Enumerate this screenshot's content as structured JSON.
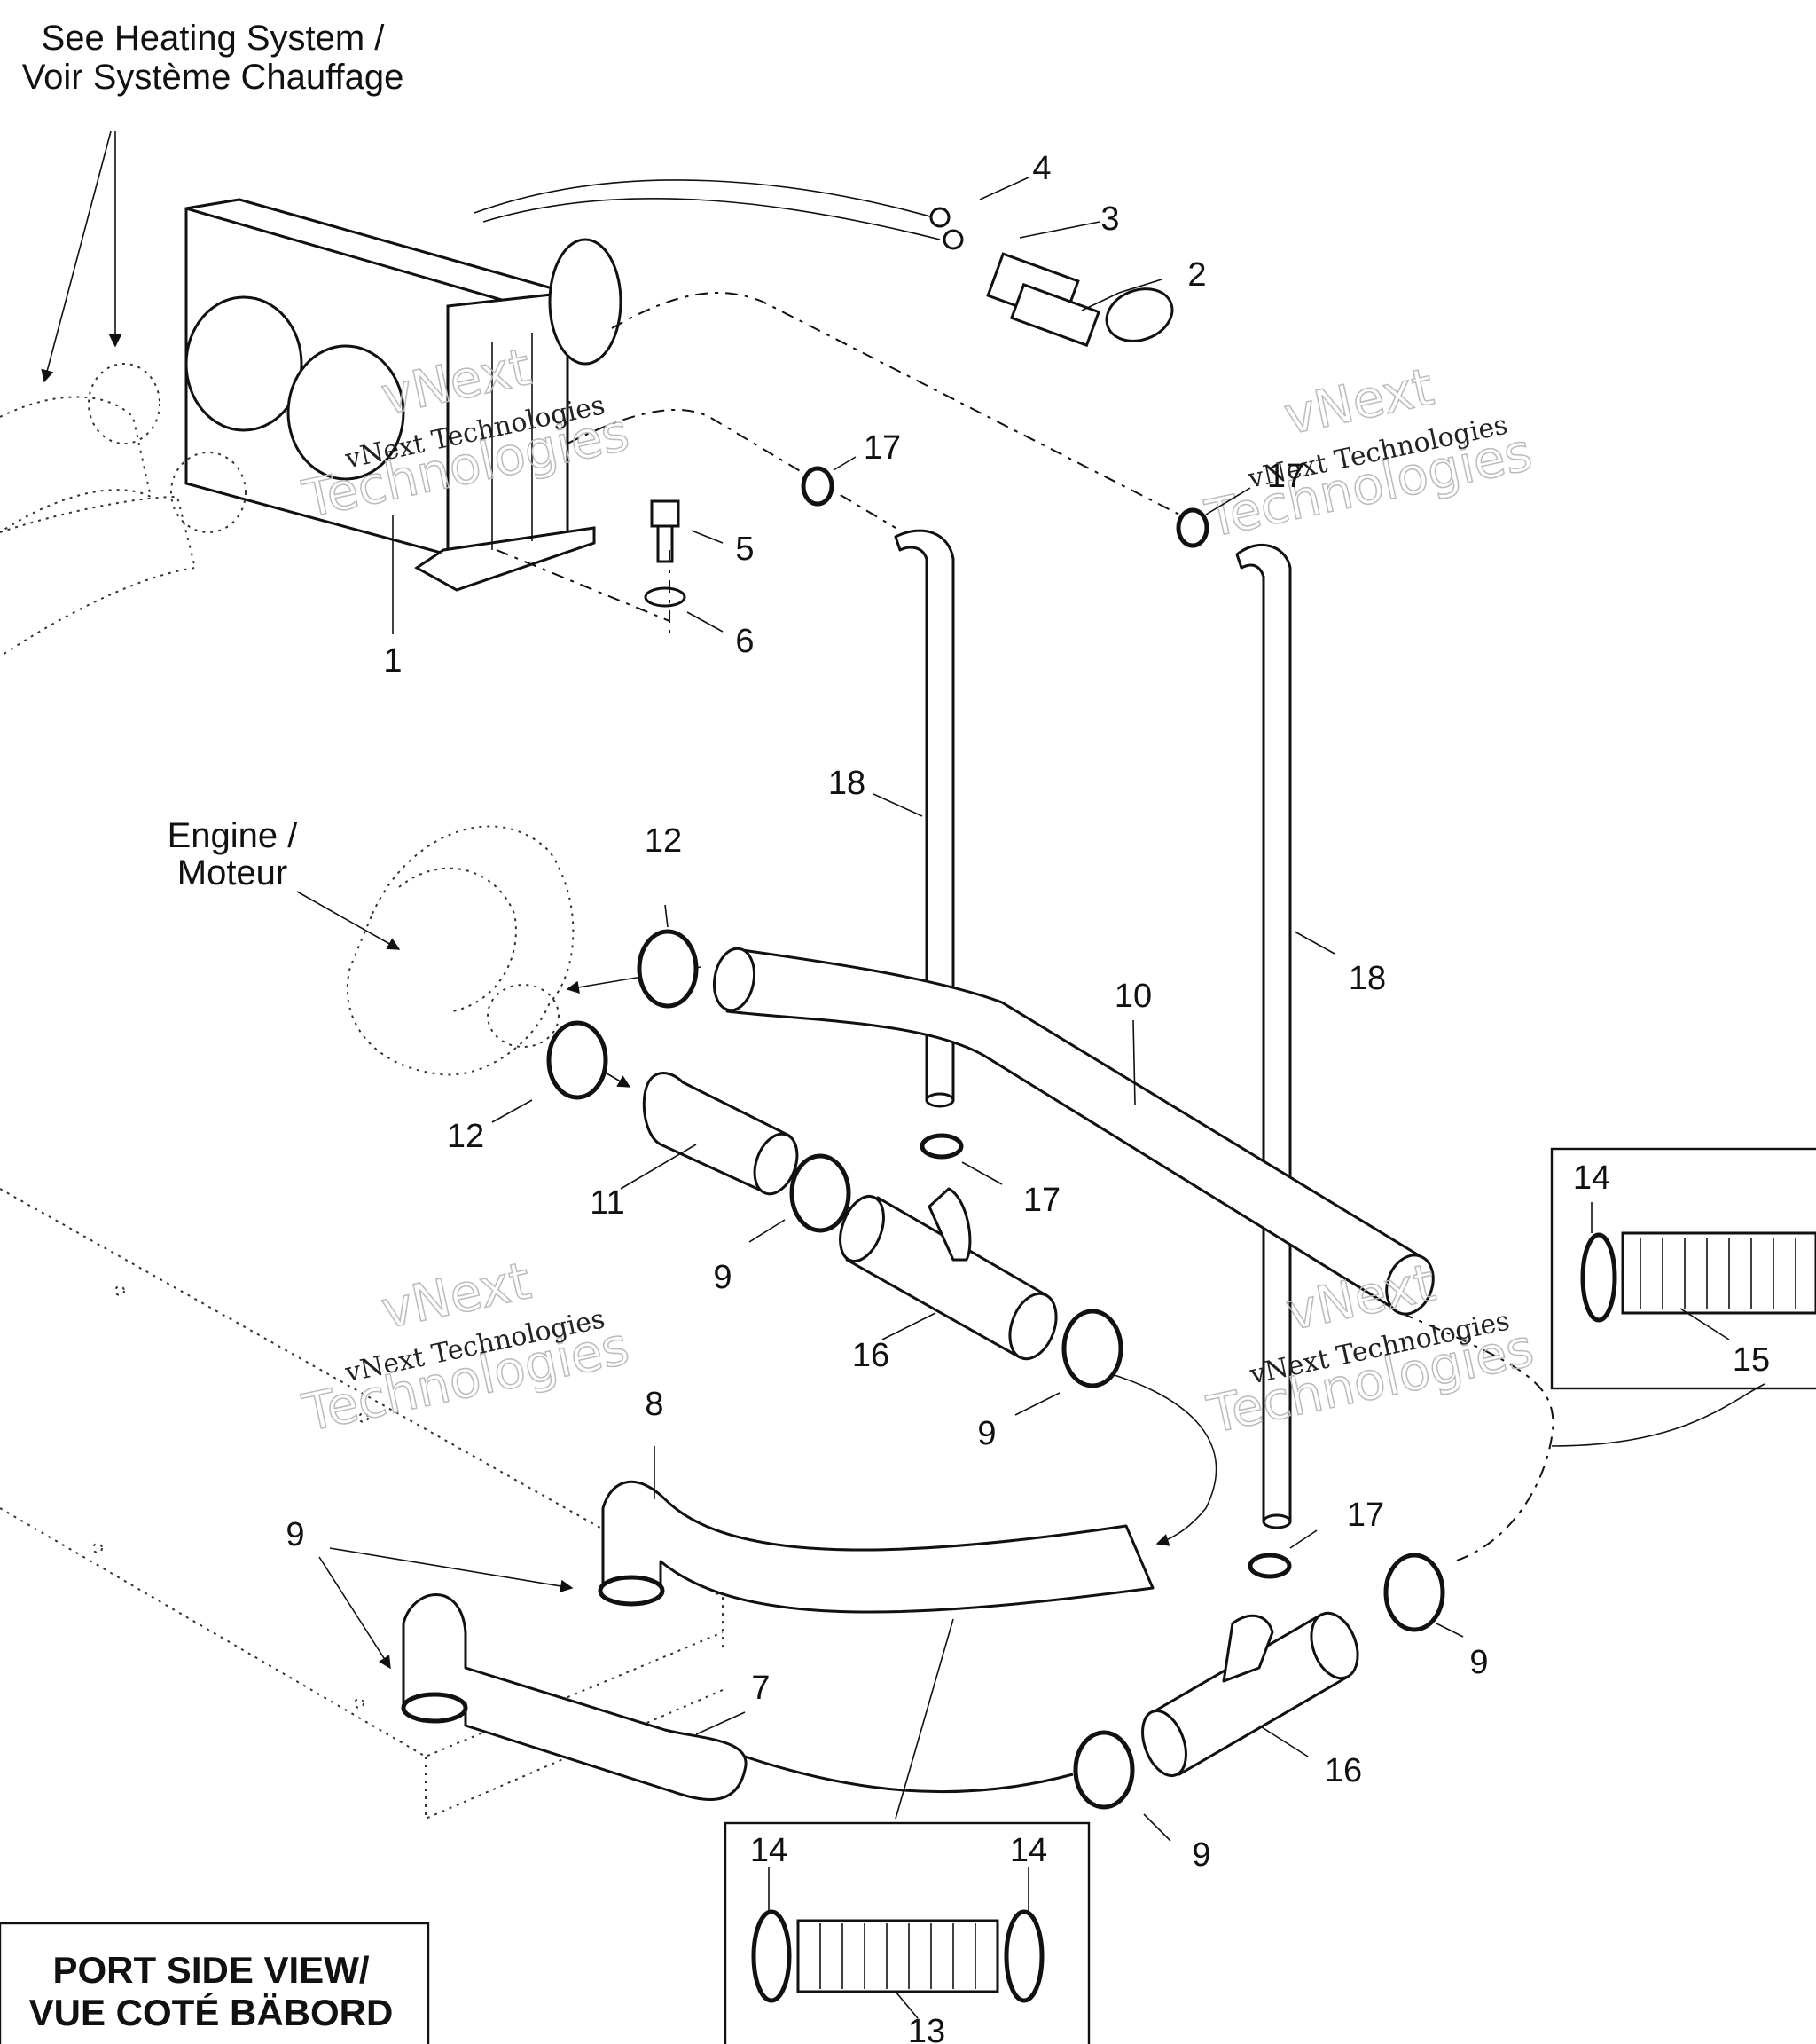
{
  "notes": {
    "heating_system_line1": "See Heating System /",
    "heating_system_line2": "Voir Système Chauffage",
    "engine_line1": "Engine /",
    "engine_line2": "Moteur"
  },
  "view_title": {
    "line1": "PORT SIDE VIEW/",
    "line2": "VUE COTÉ BÄBORD"
  },
  "watermark": {
    "line1": "vNext Technologies",
    "line2": "vNext",
    "line3": "Technologies"
  },
  "callouts": {
    "c1": "1",
    "c2": "2",
    "c3": "3",
    "c4": "4",
    "c5": "5",
    "c6": "6",
    "c7": "7",
    "c8": "8",
    "c9a": "9",
    "c9b": "9",
    "c9c": "9",
    "c9d": "9",
    "c9e": "9",
    "c10": "10",
    "c11": "11",
    "c12a": "12",
    "c12b": "12",
    "c13": "13",
    "c14a": "14",
    "c14b": "14",
    "c14c": "14",
    "c15": "15",
    "c16a": "16",
    "c16b": "16",
    "c17a": "17",
    "c17b": "17",
    "c17c": "17",
    "c17d": "17",
    "c18a": "18",
    "c18b": "18"
  }
}
